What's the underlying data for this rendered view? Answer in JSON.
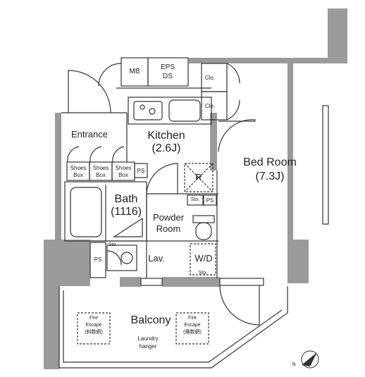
{
  "rooms": {
    "kitchen": {
      "name": "Kitchen",
      "size": "(2.6J)"
    },
    "bedroom": {
      "name": "Bed Room",
      "size": "(7.3J)"
    },
    "entrance": "Entrance",
    "bath": {
      "name": "Bath",
      "size": "(1116)"
    },
    "powder_room": {
      "line1": "Powder",
      "line2": "Room"
    },
    "lav": "Lav.",
    "balcony": "Balcony"
  },
  "fixtures": {
    "mb": "MB",
    "eps": "EPS",
    "ds": "DS",
    "closet_upper": "Clo.",
    "closet_lower": "Clo.",
    "shoes_box_1": {
      "line1": "Shoes",
      "line2": "Box"
    },
    "shoes_box_2": {
      "line1": "Shoes",
      "line2": "Box"
    },
    "shoes_box_3": {
      "line1": "Shoes",
      "line2": "Box"
    },
    "ps_entrance": "PS",
    "refrigerator": "R",
    "storage_kitchen": "Sto.",
    "ps_kitchen": "PS",
    "storage_lav": "Sto.",
    "ps_lav": "PS",
    "washer_dryer": "W/D",
    "storage_wd": "Sto.",
    "fire_escape_left": {
      "line1": "Fire",
      "line2": "Escape",
      "line3": "(斜数網)"
    },
    "fire_escape_right": {
      "line1": "Fire",
      "line2": "Escape",
      "line3": "(横数網)"
    },
    "laundry_hanger": {
      "line1": "Laundry",
      "line2": "hanger"
    }
  },
  "compass": {
    "label": "N"
  },
  "colors": {
    "wall": "#9a9a9a",
    "line": "#333333",
    "background": "#ffffff"
  }
}
